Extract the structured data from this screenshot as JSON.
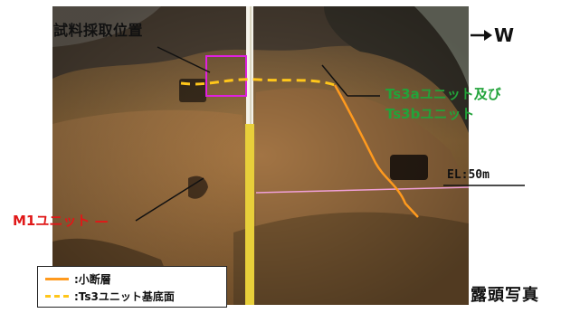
{
  "photo": {
    "sample_position_label": "試料採取位置",
    "unit_label": "Ts3aユニット及び\nTs3bユニット",
    "m1_label": "M1ユニット —",
    "elevation_label": "EL:50m",
    "direction_label": "W",
    "caption": "露頭写真"
  },
  "legend": {
    "items": [
      {
        "label": ":小断層",
        "style": "solid",
        "color": "#ff9a1e"
      },
      {
        "label": ":Ts3ユニット基底面",
        "style": "dashed",
        "color": "#ffc61a"
      }
    ]
  },
  "colors": {
    "fault_line": "#ff9a1e",
    "base_line": "#ffc61a",
    "sample_box": "#e020e0",
    "unit_text": "#22a33a",
    "m1_text": "#e01818"
  }
}
